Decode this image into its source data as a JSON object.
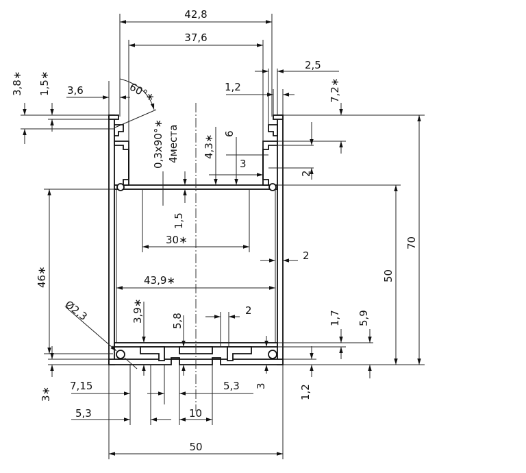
{
  "dimensions": {
    "d_42_8": "42,8",
    "d_37_6": "37,6",
    "d_2_5": "2,5",
    "d_1_2_top": "1,2",
    "d_7_2": "7,2∗",
    "d_3_8": "3,8∗",
    "d_1_5_top": "1,5∗",
    "d_3_6": "3,6",
    "d_60deg": "60°∗",
    "d_chamfer": "0,3x90°∗",
    "d_4places": "4места",
    "d_4_3": "4,3∗",
    "d_6": "6",
    "d_3_mid": "3",
    "d_2_right_top": "2",
    "d_70": "70",
    "d_50_right": "50",
    "d_1_5_mid": "1,5",
    "d_30": "30∗",
    "d_2_wall": "2",
    "d_46": "46∗",
    "d_43_9": "43,9∗",
    "d_phi2_3": "Ø2,3",
    "d_3_9": "3,9∗",
    "d_5_8": "5,8",
    "d_2_bottom": "2",
    "d_1_7": "1,7",
    "d_5_9": "5,9",
    "d_3_bottom_left": "3∗",
    "d_7_15": "7,15",
    "d_5_3_right": "5,3",
    "d_3_bottom_right": "3",
    "d_1_2_bottom": "1,2",
    "d_5_3_left": "5,3",
    "d_10": "10",
    "d_50_bottom": "50"
  }
}
